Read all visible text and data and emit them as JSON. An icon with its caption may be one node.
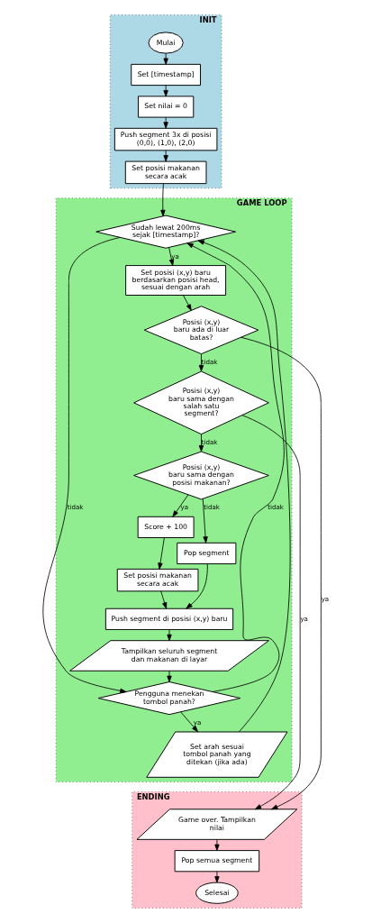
{
  "diagram": {
    "nodes": [
      {
        "text": [
          "INIT"
        ]
      },
      {
        "text": [
          "Mulai"
        ],
        "in": 0
      },
      {
        "text": [
          "Set [timestamp]"
        ],
        "in": 0
      },
      {
        "text": [
          "Set nilai = 0"
        ],
        "in": 0
      },
      {
        "text": [
          "Push segment 3x di posisi (0,0), (1,0), (2,0)"
        ],
        "in": 0
      },
      {
        "text": [
          "Set posisi makanan secara acak"
        ],
        "in": 0
      },
      {
        "text": [
          "GAME LOOP"
        ]
      },
      {
        "text": [
          "Sudah lewat 200ms sejak [timestamp]?"
        ],
        "in": 6
      },
      {
        "text": [
          "Set posisi (x,y) baru berdasarkan posisi head, sesuai dengan arah"
        ],
        "in": 6
      },
      {
        "text": [
          "Posisi (x,y) baru ada di luar batas?"
        ],
        "in": 6
      },
      {
        "text": [
          "Posisi (x,y) baru sama dengan salah satu segment?"
        ],
        "in": 6
      },
      {
        "text": [
          "Posisi (x,y) baru sama dengan posisi makanan?"
        ],
        "in": 6
      },
      {
        "text": [
          "Score + 100"
        ],
        "in": 6
      },
      {
        "text": [
          "Pop segment"
        ],
        "in": 6
      },
      {
        "text": [
          "Set posisi makanan secara acak"
        ],
        "in": 6
      },
      {
        "text": [
          "Push segment di posisi (x,y) baru"
        ],
        "in": 6
      },
      {
        "text": [
          "Tampilkan seluruh segment dan makanan di layar"
        ],
        "in": 6
      },
      {
        "text": [
          "Pengguna menekan tombol panah?"
        ],
        "in": 6
      },
      {
        "text": [
          "Set arah sesuai tombol panah yang ditekan (jika ada)"
        ],
        "in": 6
      },
      {
        "text": [
          "ENDING"
        ]
      },
      {
        "text": [
          "Game over. Tampilkan nilai"
        ],
        "in": 19
      },
      {
        "text": [
          "Pop semua segment"
        ],
        "in": 19
      },
      {
        "text": [
          "Selesai"
        ],
        "in": 19
      }
    ],
    "edges": [
      {
        "from": 1,
        "to": 2,
        "arrow": "to"
      },
      {
        "from": 2,
        "to": 3,
        "arrow": "to"
      },
      {
        "from": 3,
        "to": 4,
        "arrow": "to"
      },
      {
        "from": 4,
        "to": 5,
        "arrow": "to"
      },
      {
        "from": 5,
        "to": 7,
        "arrow": "to"
      },
      {
        "from": 7,
        "to": 8,
        "arrow": "to",
        "label": "ya"
      },
      {
        "from": 7,
        "to": 17,
        "arrow": "to",
        "label": "tidak"
      },
      {
        "from": 8,
        "to": 9,
        "arrow": "to"
      },
      {
        "from": 9,
        "to": 10,
        "arrow": "to",
        "label": "tidak"
      },
      {
        "from": 9,
        "to": 20,
        "arrow": "to",
        "label": "ya"
      },
      {
        "from": 10,
        "to": 11,
        "arrow": "to",
        "label": "tidak"
      },
      {
        "from": 10,
        "to": 20,
        "arrow": "to",
        "label": "ya"
      },
      {
        "from": 11,
        "to": 13,
        "arrow": "to",
        "label": "tidak"
      },
      {
        "from": 11,
        "to": 12,
        "arrow": "to",
        "label": "ya"
      },
      {
        "from": 12,
        "to": 14,
        "arrow": "to"
      },
      {
        "from": 13,
        "to": 15,
        "arrow": "to"
      },
      {
        "from": 14,
        "to": 15,
        "arrow": "to"
      },
      {
        "from": 15,
        "to": 16,
        "arrow": "to"
      },
      {
        "from": 16,
        "to": 17,
        "arrow": "to"
      },
      {
        "from": 17,
        "to": 18,
        "arrow": "to",
        "label": "ya"
      },
      {
        "from": 17,
        "to": 7,
        "arrow": "to",
        "label": "tidak"
      },
      {
        "from": 18,
        "to": 7,
        "arrow": "to"
      },
      {
        "from": 20,
        "to": 21,
        "arrow": "to"
      },
      {
        "from": 21,
        "to": 22,
        "arrow": "to"
      }
    ]
  }
}
